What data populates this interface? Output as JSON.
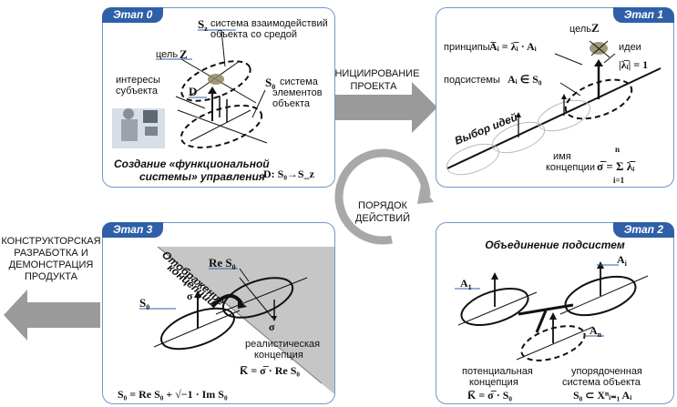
{
  "panels": {
    "p0": {
      "tag": "Этап 0",
      "sz_title": "S",
      "sz_text": [
        "система взаимодействий",
        "объекта со средой"
      ],
      "goal": "цель",
      "z": "Z",
      "interests": [
        "интересы",
        "субъекта"
      ],
      "d": "D",
      "s0": "S",
      "s0_text": [
        "система",
        "элементов",
        "объекта"
      ],
      "caption": [
        "Создание «функциональной",
        "системы» управления"
      ],
      "formula": "D: S₀→S_z"
    },
    "p1": {
      "tag": "Этап 1",
      "goal": "цель",
      "z": "Z",
      "principles": "принципы",
      "ideas": "идеи",
      "subsystems": "подсистемы",
      "choice": "Выбор идей",
      "name": [
        "имя",
        "концепции"
      ]
    },
    "p2": {
      "tag": "Этап 2",
      "caption": "Объединение подсистем",
      "a1": "A",
      "ai": "A",
      "an": "A",
      "left_text": [
        "потенциальная",
        "концепция"
      ],
      "right_text": [
        "упорядоченная",
        "система объекта"
      ]
    },
    "p3": {
      "tag": "Этап 3",
      "mapping": [
        "Отображение",
        "концепции"
      ],
      "re_s0": "Re S",
      "s0": "S",
      "sigma": "σ",
      "realistic": [
        "реалистическая",
        "концепция"
      ]
    }
  },
  "arrows": {
    "initiation": [
      "ИНИЦИИРОВАНИЕ",
      "ПРОЕКТА"
    ],
    "order": [
      "ПОРЯДОК",
      "ДЕЙСТВИЙ"
    ],
    "design": [
      "КОНСТРУКТОРСКАЯ",
      "РАЗРАБОТКА И",
      "ДЕМОНСТРАЦИЯ",
      "ПРОДУКТА"
    ]
  },
  "colors": {
    "panel_border": "#6f97c9",
    "tab_fill": "#2f5fa8",
    "arrow_gray": "#9a9a9a",
    "goal_olive": "#8f8660"
  }
}
